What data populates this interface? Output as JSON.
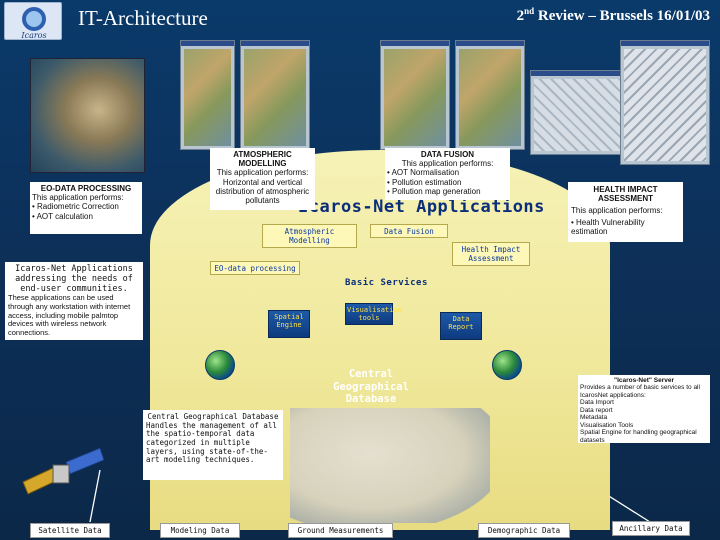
{
  "header": {
    "title": "IT-Architecture",
    "review_prefix": "2",
    "review_sup": "nd",
    "review_rest": " Review – Brussels 16/01/03",
    "logo_text": "Icaros"
  },
  "panels": {
    "eo": {
      "title": "EO-DATA PROCESSING",
      "intro": "This application performs:",
      "items": [
        "Radiometric Correction",
        "AOT calculation"
      ]
    },
    "icaros_apps": {
      "title": "Icaros-Net Applications addressing the needs of end-user communities.",
      "body": "These applications can be used through any workstation with internet access, including mobile palmtop devices with wireless network connections."
    },
    "atmos": {
      "title": "ATMOSPHERIC MODELLING",
      "body": "This application performs: Horizontal and vertical distribution of atmospheric pollutants"
    },
    "fusion": {
      "title": "DATA FUSION",
      "intro": "This application performs:",
      "items": [
        "AOT Normalisation",
        "Pollution estimation",
        "Pollution map generation"
      ]
    },
    "health": {
      "title": "HEALTH IMPACT ASSESSMENT",
      "intro": "This application performs:",
      "items": [
        "Health Vulnerability estimation"
      ]
    },
    "cgd_desc": {
      "title": "Central Geographical Database",
      "body": "Handles the management of all the spatio-temporal data categorized in multiple layers, using state-of-the-art modeling techniques."
    },
    "server": {
      "title": "\"Icaros-Net\" Server",
      "body": "Provides a number of basic services to all IcarosNet applications:",
      "items": [
        "Data Import",
        "Data report",
        "Metadata",
        "Visualisation Tools",
        "Spatial Engine for handling geographical datasets"
      ]
    }
  },
  "dome": {
    "arc_title": "Icaros-Net Applications",
    "arc_sub": "Basic Services",
    "apps": {
      "atmos": "Atmospheric Modelling",
      "fusion": "Data Fusion",
      "health": "Health Impact Assessment",
      "eo": "EO-data processing"
    },
    "services": {
      "spatial": "Spatial Engine",
      "vis": "Visualisation tools",
      "report": "Data Report"
    }
  },
  "cgd_label": "Central Geographical Database",
  "bottom_tabs": [
    "Satellite Data",
    "Modeling Data",
    "Ground Measurements",
    "Demographic Data",
    "Ancillary Data"
  ]
}
